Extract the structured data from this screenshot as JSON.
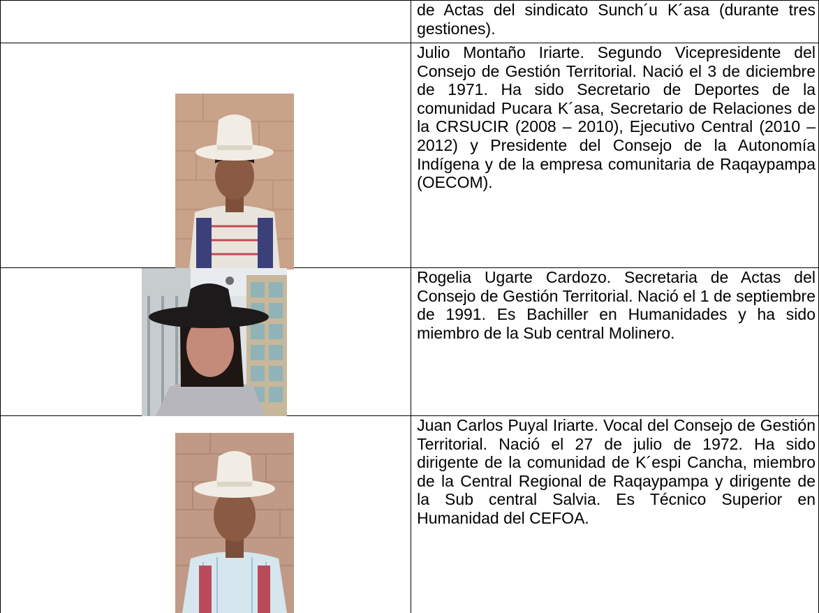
{
  "rows": [
    {
      "text": "de Actas del sindicato Sunch´u K´asa (durante tres gestiones)."
    },
    {
      "text": "Julio Montaño Iriarte. Segundo Vicepresidente del Consejo de Gestión Territorial. Nació el 3 de diciembre de 1971. Ha sido Secretario de Deportes de la comunidad Pucara K´asa, Secretario de Relaciones de la CRSUCIR (2008 – 2010), Ejecutivo Central (2010 – 2012) y Presidente del Consejo de la Autonomía Indígena y de la empresa comunitaria de Raqaypampa (OECOM)."
    },
    {
      "text": "Rogelia Ugarte Cardozo. Secretaria de Actas del Consejo de Gestión Territorial. Nació el 1 de septiembre de 1991. Es Bachiller en Humanidades y ha sido miembro de la Sub central Molinero."
    },
    {
      "text": "Juan Carlos Puyal Iriarte. Vocal del Consejo de Gestión Territorial. Nació el 27 de julio de 1972. Ha sido dirigente de la comunidad de K´espi Cancha, miembro de la Central Regional de Raqaypampa y dirigente de la Sub central Salvia. Es Técnico Superior en Humanidad del CEFOA."
    }
  ],
  "colors": {
    "border": "#000000",
    "adobe_wall": "#c9a28a",
    "hat_white": "#f1ede4",
    "hat_black": "#1c1a1a",
    "skin": "#8a5a43"
  }
}
